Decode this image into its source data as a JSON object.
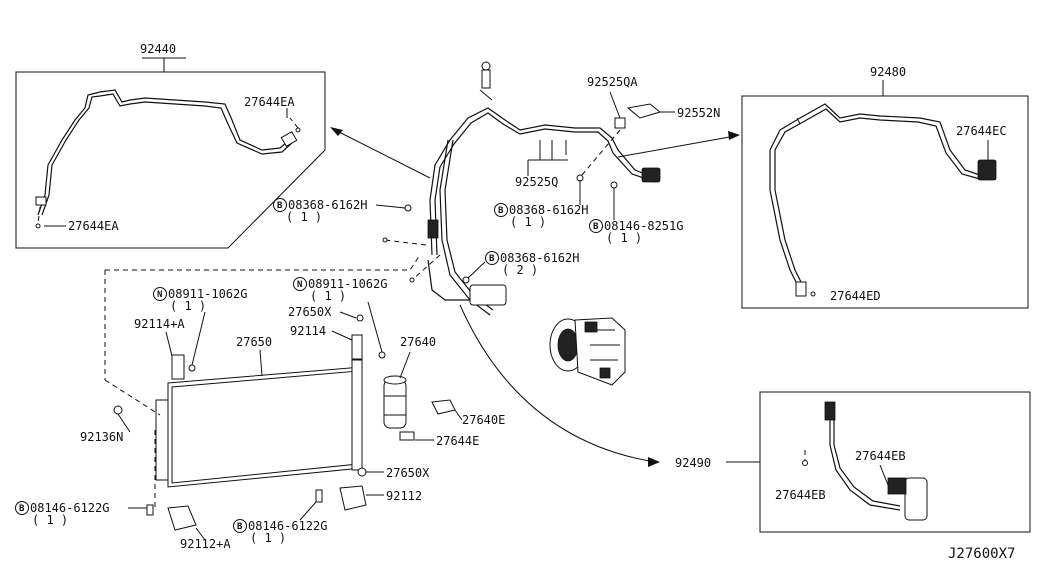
{
  "diagram_id": "J27600X7",
  "labels": {
    "p92440": "92440",
    "p92480": "92480",
    "p92490": "92490",
    "p92525QA": "92525QA",
    "p92552N": "92552N",
    "p92525Q": "92525Q",
    "p27644EA_top": "27644EA",
    "p27644EA_bot": "27644EA",
    "p27644EC": "27644EC",
    "p27644ED": "27644ED",
    "p27644EB_a": "27644EB",
    "p27644EB_b": "27644EB",
    "b08368_a": "08368-6162H",
    "b08368_a_qty": "( 1 )",
    "b08368_b": "08368-6162H",
    "b08368_b_qty": "( 1 )",
    "b08368_c": "08368-6162H",
    "b08368_c_qty": "( 2 )",
    "b08146_8251": "08146-8251G",
    "b08146_8251_qty": "( 1 )",
    "n08911_a": "08911-1062G",
    "n08911_a_qty": "( 1 )",
    "n08911_b": "08911-1062G",
    "n08911_b_qty": "( 1 )",
    "p92114A": "92114+A",
    "p92114": "92114",
    "p27650X_top": "27650X",
    "p27650X_bot": "27650X",
    "p27650": "27650",
    "p27640": "27640",
    "p27640E": "27640E",
    "p27644E": "27644E",
    "p92136N": "92136N",
    "b08146_6122_a": "08146-6122G",
    "b08146_6122_a_qty": "( 1 )",
    "b08146_6122_b": "08146-6122G",
    "b08146_6122_b_qty": "( 1 )",
    "p92112": "92112",
    "p92112A": "92112+A"
  },
  "markers": {
    "bolt": "B",
    "nut": "N"
  }
}
